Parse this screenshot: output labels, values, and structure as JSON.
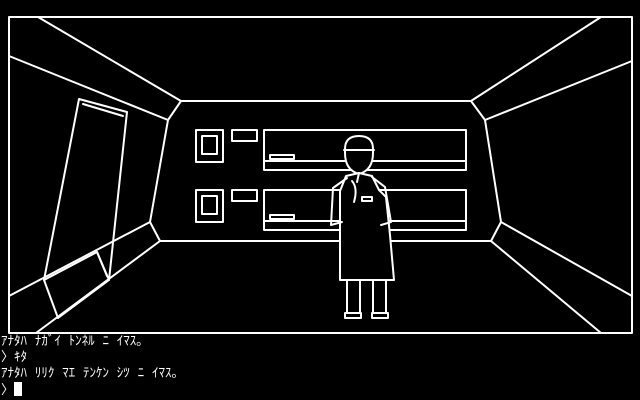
{
  "console": {
    "lines": [
      "ｱﾅﾀﾊ ﾅｶﾞｲ ﾄﾝﾈﾙ ﾆ ｲﾏｽ｡",
      "〉ｷﾀ",
      "ｱﾅﾀﾊ ﾘﾘｸ ﾏｴ ﾃﾝｹﾝ ｼﾂ ﾆ ｲﾏｽ｡"
    ],
    "prompt": "〉"
  },
  "colors": {
    "background": "#000000",
    "line": "#ffffff"
  }
}
